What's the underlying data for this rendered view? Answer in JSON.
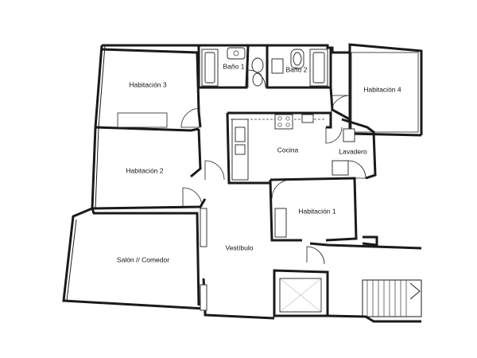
{
  "rooms": {
    "habitacion3": "Habitación 3",
    "bano1": "Baño 1",
    "bano2": "Baño 2",
    "habitacion4": "Habitación 4",
    "cocina": "Cocina",
    "lavadero": "Lavadero",
    "habitacion2": "Habitación 2",
    "habitacion1": "Habitación 1",
    "vestibulo": "Vestíbulo",
    "salon": "Salón // Comedor"
  }
}
